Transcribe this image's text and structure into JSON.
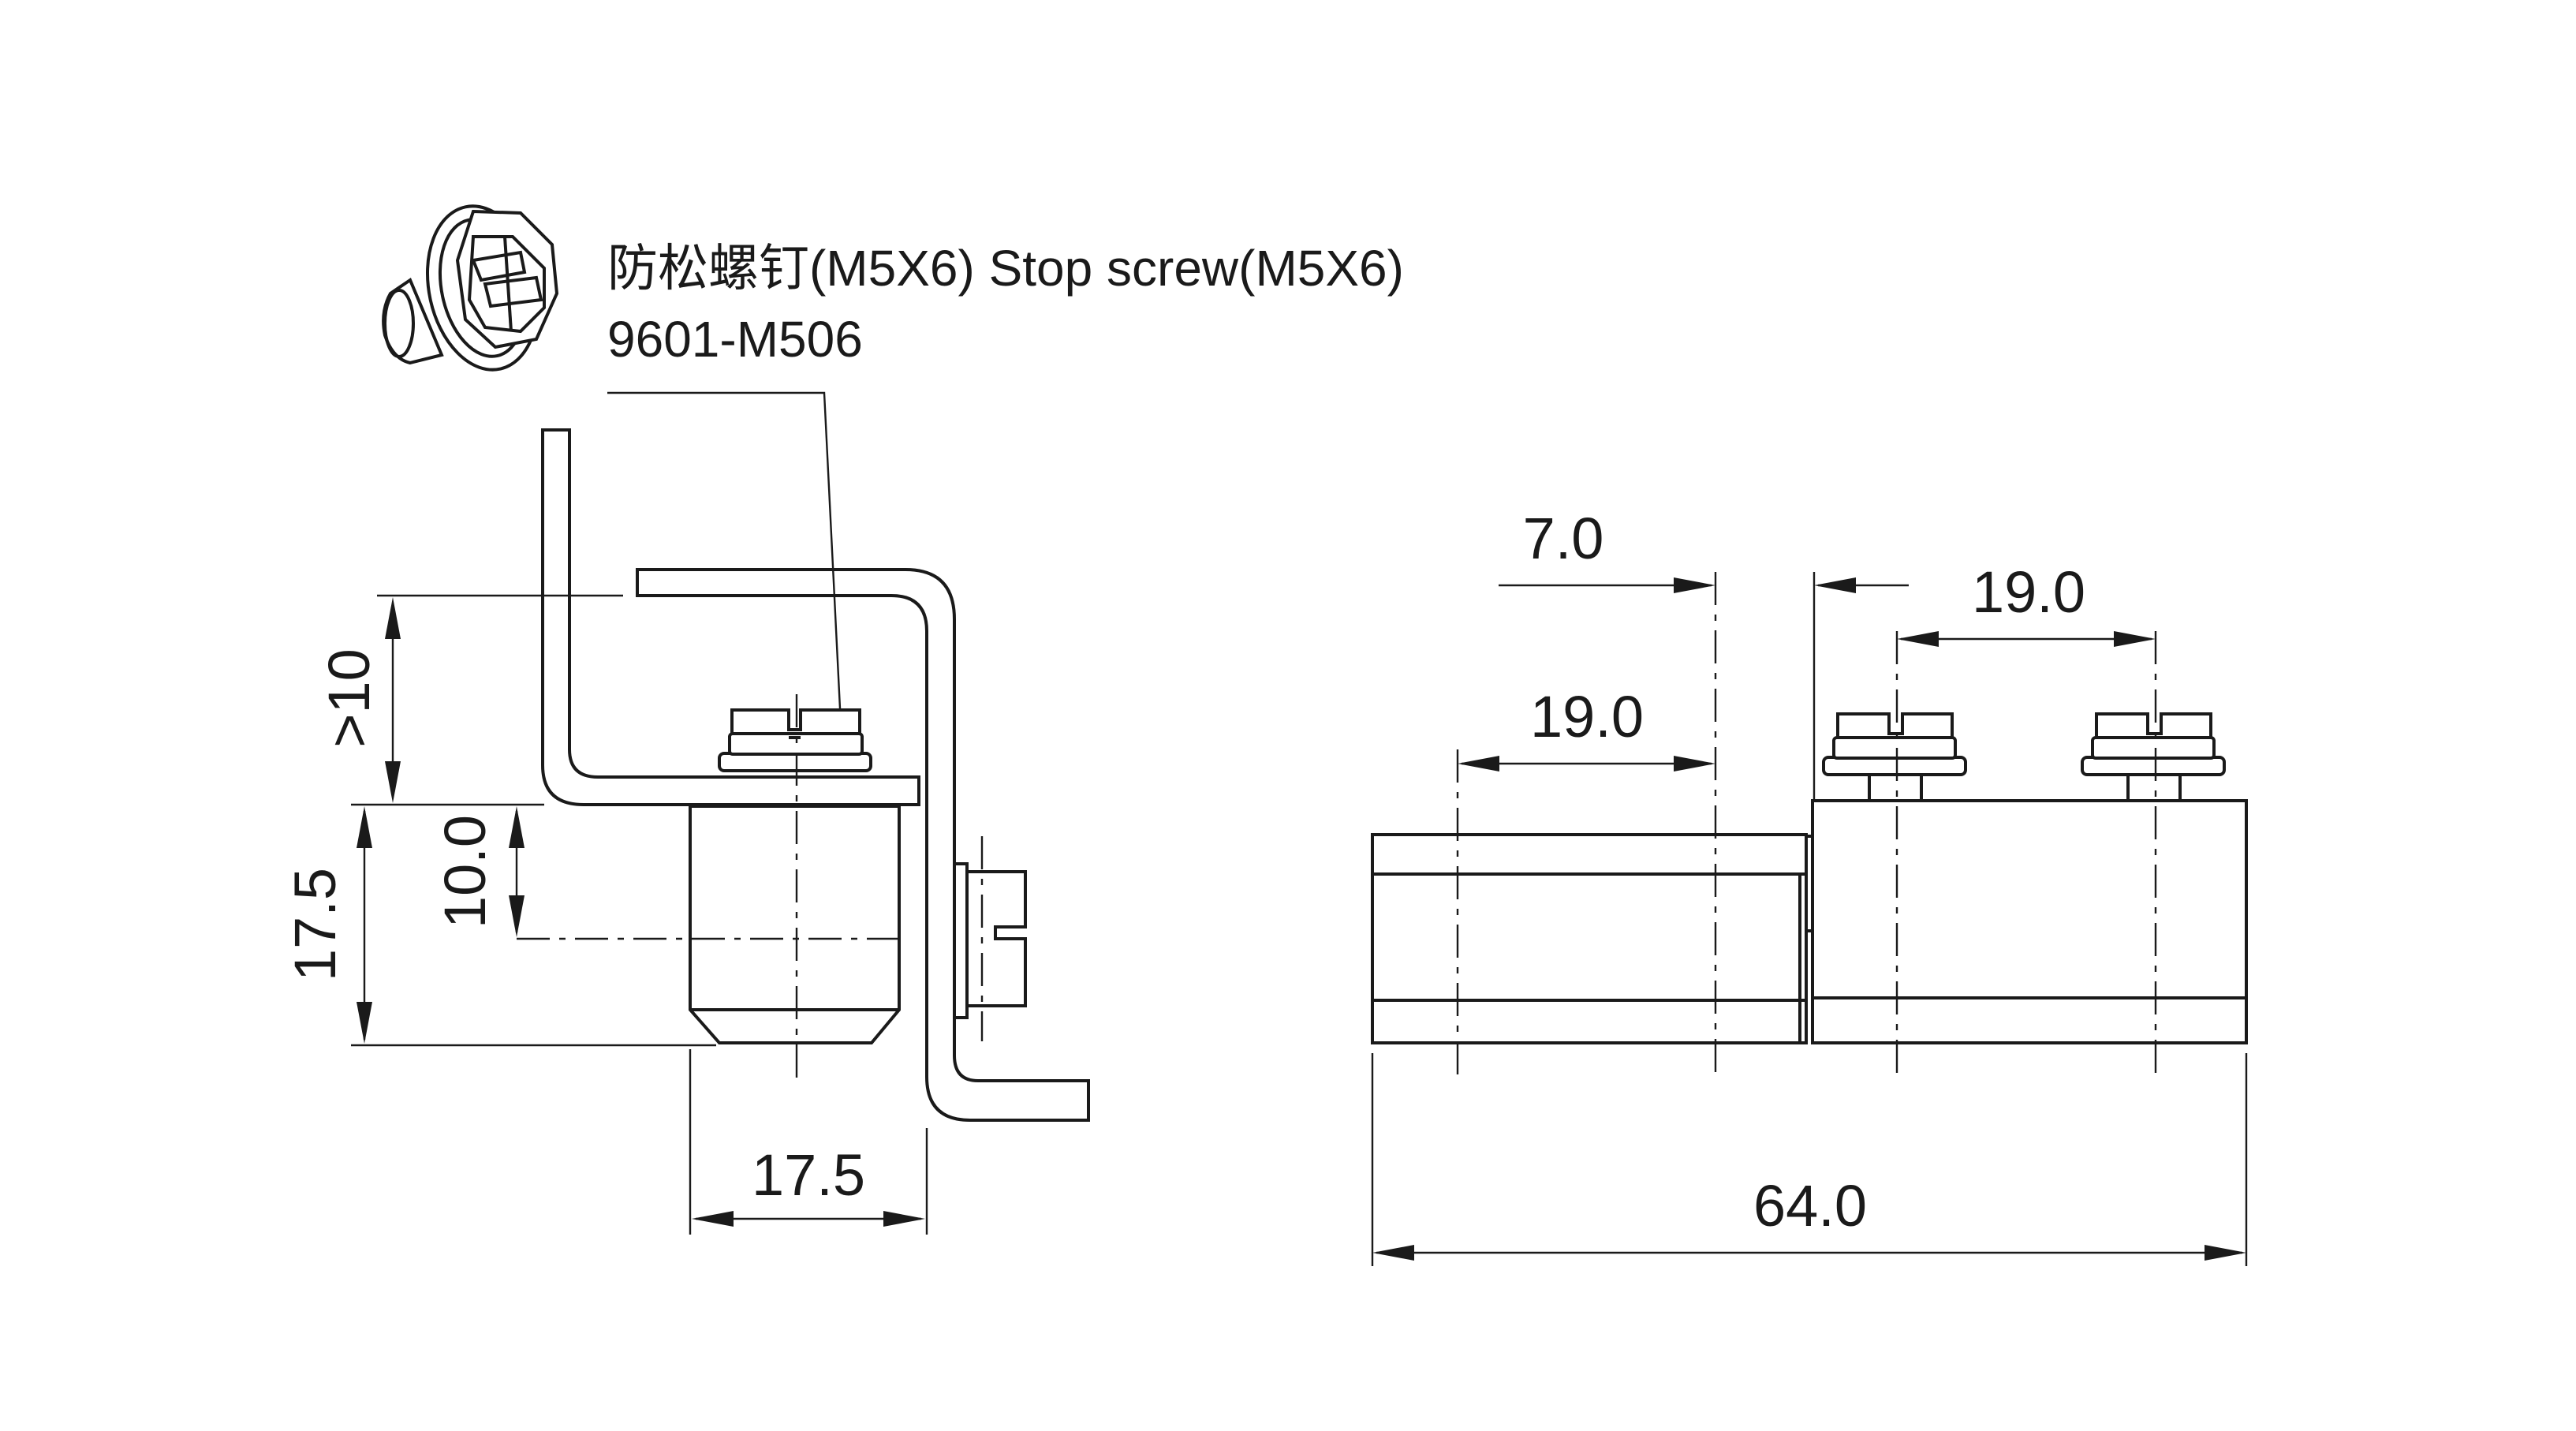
{
  "callout": {
    "title": "防松螺钉(M5X6) Stop screw(M5X6)",
    "part_number": "9601-M506",
    "icon": "stop-screw-icon"
  },
  "side_view": {
    "dim_gap": ">10",
    "dim_height_total": "17.5",
    "dim_height_offset": "10.0",
    "dim_width": "17.5"
  },
  "front_view": {
    "dim_offset": "7.0",
    "dim_hole_spacing": "19.0",
    "dim_left_distance": "19.0",
    "dim_total_length": "64.0"
  }
}
